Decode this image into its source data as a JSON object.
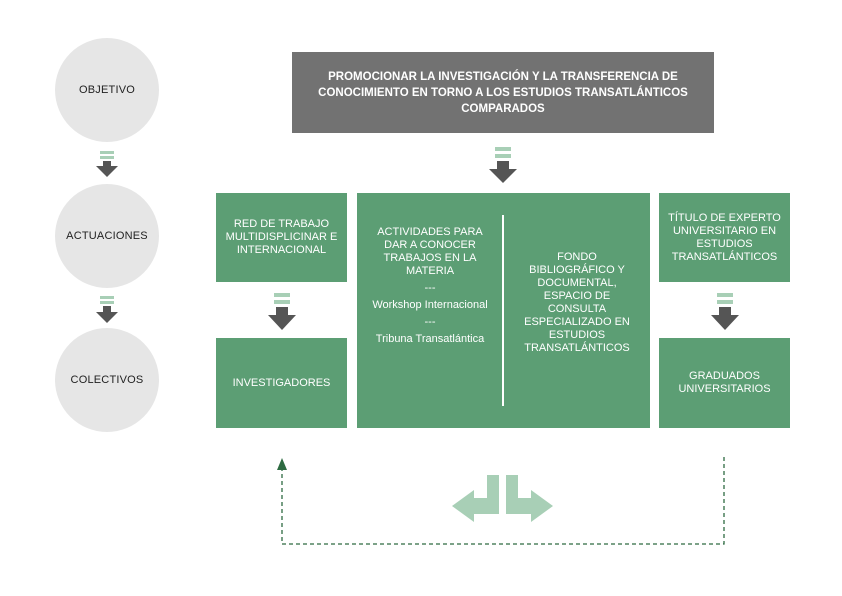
{
  "rows": {
    "objetivo": "OBJETIVO",
    "actuaciones": "ACTUACIONES",
    "colectivos": "COLECTIVOS"
  },
  "objective": "PROMOCIONAR LA INVESTIGACIÓN Y LA TRANSFERENCIA DE CONOCIMIENTO EN TORNO A LOS ESTUDIOS TRANSATLÁNTICOS COMPARADOS",
  "actions": {
    "left": "RED DE TRABAJO MULTIDISPLICINAR E INTERNACIONAL",
    "center_left": {
      "title": "ACTIVIDADES PARA DAR A CONOCER TRABAJOS EN LA MATERIA",
      "sep1": "---",
      "item1": "Workshop Internacional",
      "sep2": "---",
      "item2": "Tribuna Transatlántica"
    },
    "center_right": "FONDO BIBLIOGRÁFICO Y DOCUMENTAL, ESPACIO DE CONSULTA ESPECIALIZADO EN ESTUDIOS TRANSATLÁNTICOS",
    "right": "TÍTULO DE EXPERTO UNIVERSITARIO EN ESTUDIOS TRANSATLÁNTICOS"
  },
  "groups": {
    "left": "INVESTIGADORES",
    "right": "GRADUADOS UNIVERSITARIOS"
  },
  "colors": {
    "green": "#5c9e74",
    "light_green": "#a8cfb6",
    "gray": "#727272",
    "dark_arrow": "#555555",
    "circle": "#e6e6e6"
  }
}
